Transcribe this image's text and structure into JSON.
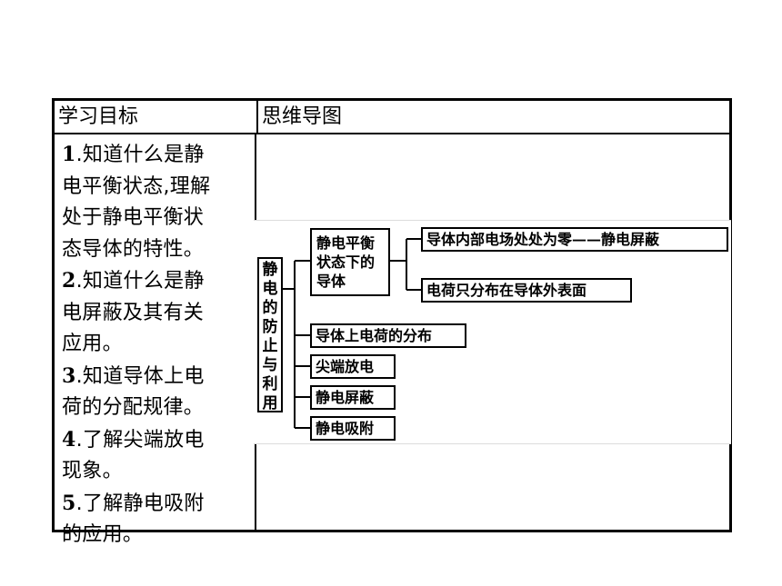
{
  "table": {
    "headers": [
      "学习目标",
      "思维导图"
    ],
    "goals": [
      {
        "num": "1",
        "lines": [
          ".知道什么是静",
          "电平衡状态,理解",
          "处于静电平衡状",
          "态导体的特性。"
        ]
      },
      {
        "num": "2",
        "lines": [
          ".知道什么是静",
          "电屏蔽及其有关",
          "应用。"
        ]
      },
      {
        "num": "3",
        "lines": [
          ".知道导体上电",
          "荷的分配规律。"
        ]
      },
      {
        "num": "4",
        "lines": [
          ".了解尖端放电",
          "现象。"
        ]
      },
      {
        "num": "5",
        "lines": [
          ".了解静电吸附",
          "的应用。"
        ]
      }
    ]
  },
  "mindmap": {
    "root": "静电的防止与利用",
    "branch1": [
      "静电平衡",
      "状态下的",
      "导体"
    ],
    "sub1": "导体内部电场处处为零——静电屏蔽",
    "sub2": "电荷只分布在导体外表面",
    "branch2": "导体上电荷的分布",
    "branch3": "尖端放电",
    "branch4": "静电屏蔽",
    "branch5": "静电吸附"
  }
}
